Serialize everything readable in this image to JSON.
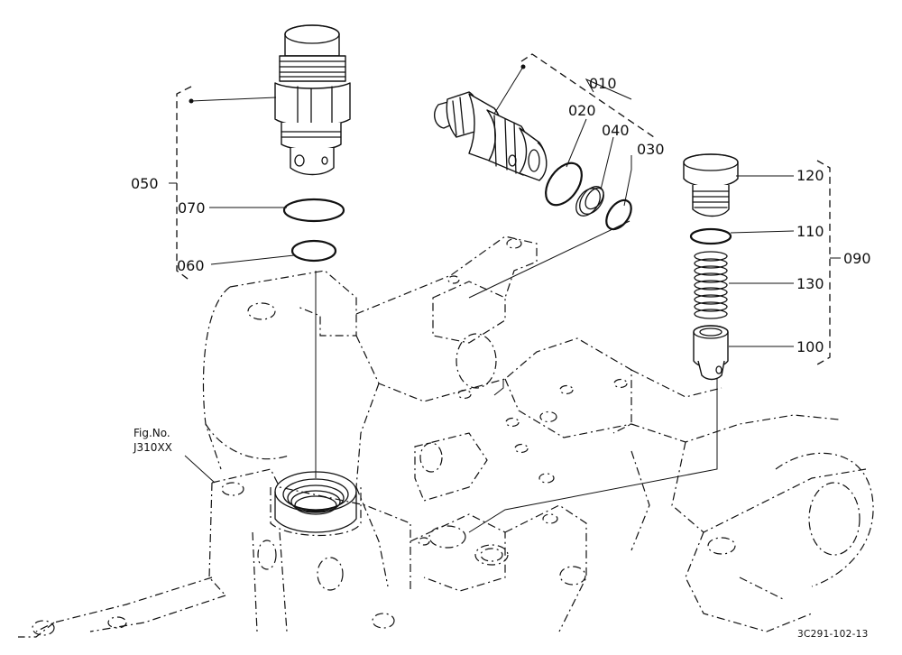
{
  "diagram": {
    "part_labels": {
      "p010": "010",
      "p020": "020",
      "p030": "030",
      "p040": "040",
      "p050": "050",
      "p060": "060",
      "p070": "070",
      "p090": "090",
      "p100": "100",
      "p110": "110",
      "p120": "120",
      "p130": "130"
    },
    "figure_ref": {
      "line1": "Fig.No.",
      "line2": "J310XX"
    },
    "drawing_code": "3C291-102-13"
  }
}
